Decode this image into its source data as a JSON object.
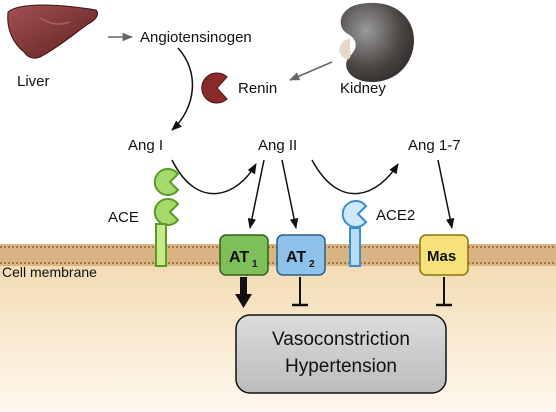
{
  "organs": {
    "liver": "Liver",
    "kidney": "Kidney"
  },
  "molecules": {
    "angiotensinogen": "Angiotensinogen",
    "renin": "Renin",
    "ang1": "Ang I",
    "ang2": "Ang II",
    "ang17": "Ang 1-7"
  },
  "enzymes": {
    "ace": "ACE",
    "ace2": "ACE2"
  },
  "receptors": {
    "at1_main": "AT",
    "at1_sub": "1",
    "at2_main": "AT",
    "at2_sub": "2",
    "mas": "Mas"
  },
  "membrane": {
    "label": "Cell membrane"
  },
  "outcome": {
    "line1": "Vasoconstriction",
    "line2": "Hypertension"
  },
  "colors": {
    "at1": "#7fbf5a",
    "at2": "#8fc2ea",
    "mas": "#f7e27a",
    "ace": "#8cc63f",
    "ace2": "#4a9fd8",
    "membrane": "#c99e66"
  }
}
